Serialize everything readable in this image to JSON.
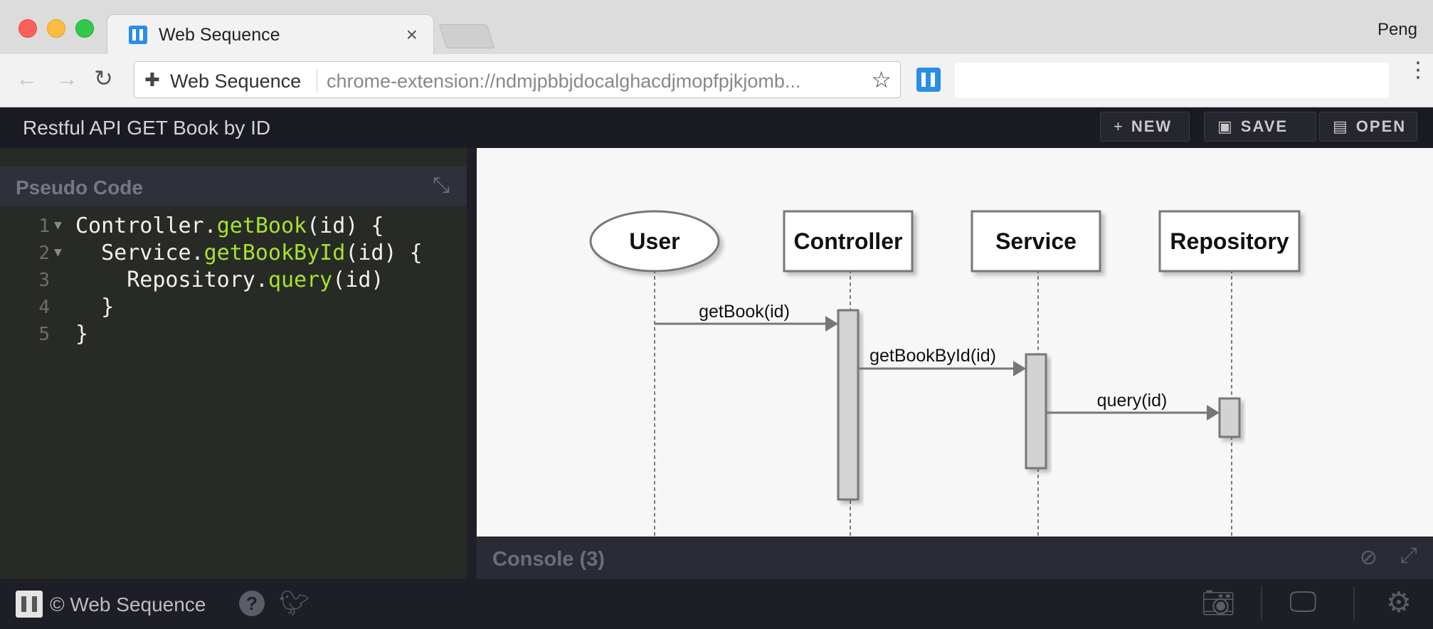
{
  "browser": {
    "tab_title": "Web Sequence",
    "tab_close": "×",
    "profile": "Peng",
    "back_icon": "←",
    "forward_icon": "→",
    "reload_icon": "↻",
    "site_label": "Web Sequence",
    "url": "chrome-extension://ndmjpbbjdocalghacdjmopfpjkjomb...",
    "star_icon": "☆",
    "menu_icon": "⋮"
  },
  "app": {
    "doc_title": "Restful API GET Book by ID",
    "buttons": {
      "new": "NEW",
      "save": "SAVE",
      "open": "OPEN"
    }
  },
  "editor": {
    "title": "Pseudo Code",
    "lines": [
      {
        "num": "1",
        "pre": "Controller.",
        "fn": "getBook",
        "post": "(id) {"
      },
      {
        "num": "2",
        "pre": "  Service.",
        "fn": "getBookById",
        "post": "(id) {"
      },
      {
        "num": "3",
        "pre": "    Repository.",
        "fn": "query",
        "post": "(id)"
      },
      {
        "num": "4",
        "pre": "  }",
        "fn": "",
        "post": ""
      },
      {
        "num": "5",
        "pre": "}",
        "fn": "",
        "post": ""
      }
    ]
  },
  "diagram": {
    "participants": [
      "User",
      "Controller",
      "Service",
      "Repository"
    ],
    "messages": [
      "getBook(id)",
      "getBookById(id)",
      "query(id)"
    ]
  },
  "console": {
    "title": "Console (3)"
  },
  "footer": {
    "copyright": "© Web Sequence",
    "help": "?"
  },
  "colors": {
    "function": "#a6e22e",
    "accent": "#2a8ee6"
  }
}
